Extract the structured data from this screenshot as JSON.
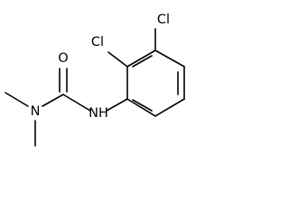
{
  "molecule": {
    "atoms": {
      "cl_top": "Cl",
      "cl_left": "Cl",
      "oxygen": "O",
      "amine_n": "N",
      "amide_nh": "NH"
    }
  }
}
